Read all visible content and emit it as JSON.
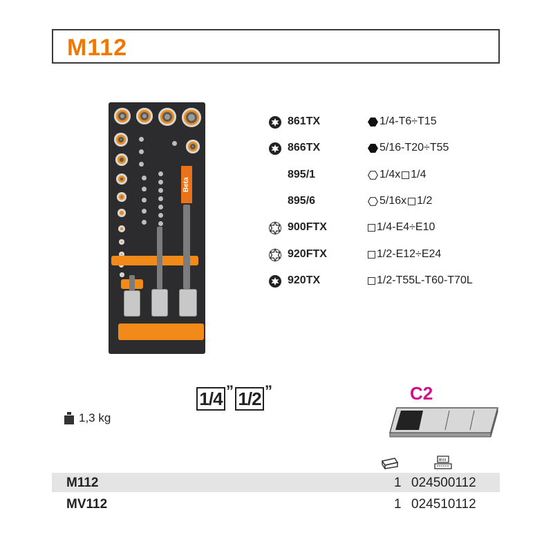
{
  "title": "M112",
  "products": [
    {
      "code": "861TX",
      "icon": "torx-socket-solid-icon",
      "drive": "hex-solid",
      "desc": "1/4-T6÷T15"
    },
    {
      "code": "866TX",
      "icon": "torx-socket-solid-icon",
      "drive": "hex-solid",
      "desc": "5/16-T20÷T55"
    },
    {
      "code": "895/1",
      "icon": "",
      "drive": "hex-square",
      "desc_a": "1/4x",
      "desc_b": "1/4"
    },
    {
      "code": "895/6",
      "icon": "",
      "drive": "hex-square",
      "desc_a": "5/16x",
      "desc_b": "1/2"
    },
    {
      "code": "900FTX",
      "icon": "torx-female-outline-icon",
      "drive": "square",
      "desc": "1/4-E4÷E10"
    },
    {
      "code": "920FTX",
      "icon": "torx-female-outline-icon",
      "drive": "square",
      "desc": "1/2-E12÷E24"
    },
    {
      "code": "920TX",
      "icon": "torx-socket-solid-icon",
      "drive": "square",
      "desc": "1/2-T55L-T60-T70L"
    }
  ],
  "weight": "1,3 kg",
  "drives": [
    "1/4",
    "1/2"
  ],
  "drive_unit": "”",
  "case_label": "C2",
  "header_icons": [
    "tool-case-icon",
    "barcode-terminal-icon"
  ],
  "rows": [
    {
      "name": "M112",
      "qty": "1",
      "code": "024500112"
    },
    {
      "name": "MV112",
      "qty": "1",
      "code": "024510112"
    }
  ],
  "brand": "Beta",
  "colors": {
    "accent": "#f07800",
    "case": "#d10f8d",
    "tray": "#2c2c2e"
  }
}
